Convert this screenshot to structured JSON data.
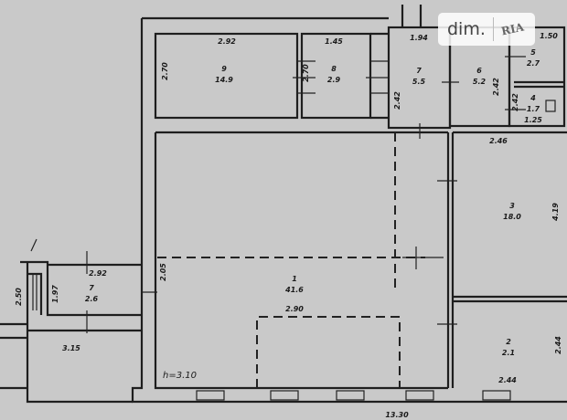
{
  "plan": {
    "rooms": [
      {
        "num": "9",
        "area": "14.9"
      },
      {
        "num": "8",
        "area": "2.9"
      },
      {
        "num": "7",
        "area": "5.5"
      },
      {
        "num": "6",
        "area": "5.2"
      },
      {
        "num": "5",
        "area": "2.7"
      },
      {
        "num": "4",
        "area": "1.7"
      },
      {
        "num": "3",
        "area": "18.0"
      },
      {
        "num": "1",
        "area": "41.6"
      },
      {
        "num": "2",
        "area": "2.1"
      },
      {
        "num": "7",
        "area": "2.6"
      }
    ],
    "dimensions": [
      "2.92",
      "2.70",
      "1.45",
      "2.70",
      "1.94",
      "2.42",
      "1.50",
      "2.46",
      "4.19",
      "2.05",
      "2.90",
      "2.44",
      "2.44",
      "2.92",
      "1.97",
      "2.50",
      "3.15",
      "13.30",
      "1.25",
      "2.42",
      "2.42"
    ],
    "ceiling_height": "h=3.10"
  },
  "watermark": {
    "brand1": "dim.",
    "brand2": "RIA"
  }
}
